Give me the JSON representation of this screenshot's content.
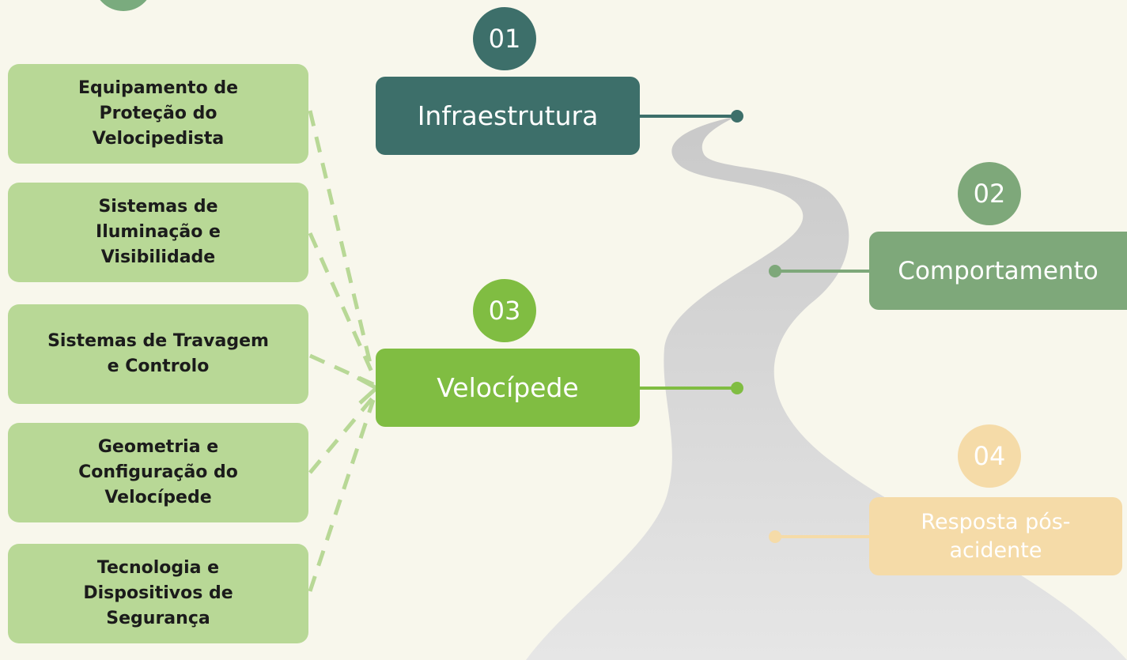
{
  "colors": {
    "background": "#f8f7ec",
    "pillar_infra": "#3d6f6a",
    "pillar_behaviour": "#7ea87a",
    "pillar_vehicle": "#80bd42",
    "pillar_post": "#f5dba8",
    "side_box": "#b8d896",
    "road": "#d4d4d4"
  },
  "pillars": [
    {
      "number": "01",
      "label": "Infraestrutura"
    },
    {
      "number": "02",
      "label": "Comportamento"
    },
    {
      "number": "03",
      "label": "Velocípede"
    },
    {
      "number": "04",
      "label": "Resposta pós-acidente"
    }
  ],
  "factors": [
    {
      "label": "Equipamento de Proteção do Velocipedista"
    },
    {
      "label": "Sistemas de Iluminação e Visibilidade"
    },
    {
      "label": "Sistemas de Travagem e Controlo"
    },
    {
      "label": "Geometria e Configuração do Velocípede"
    },
    {
      "label": "Tecnologia e Dispositivos de Segurança"
    }
  ]
}
